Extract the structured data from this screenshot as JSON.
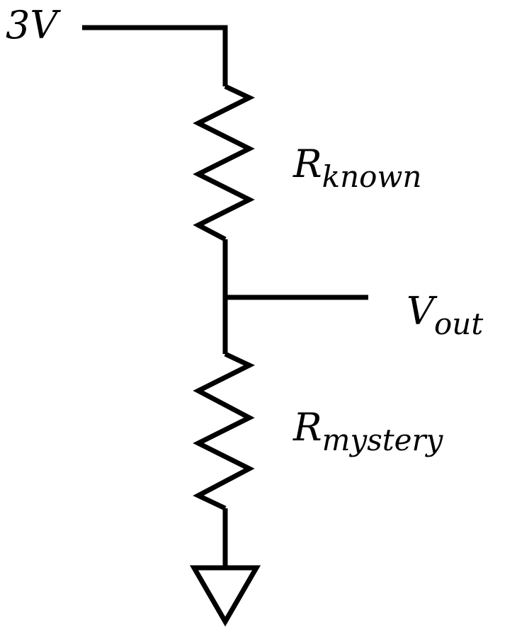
{
  "diagram": {
    "supply_label": "3V",
    "r_known": {
      "symbol": "R",
      "subscript": "known"
    },
    "output": {
      "symbol": "V",
      "subscript": "out"
    },
    "r_mystery": {
      "symbol": "R",
      "subscript": "mystery"
    }
  },
  "colors": {
    "line": "#000000",
    "background": "#ffffff"
  }
}
